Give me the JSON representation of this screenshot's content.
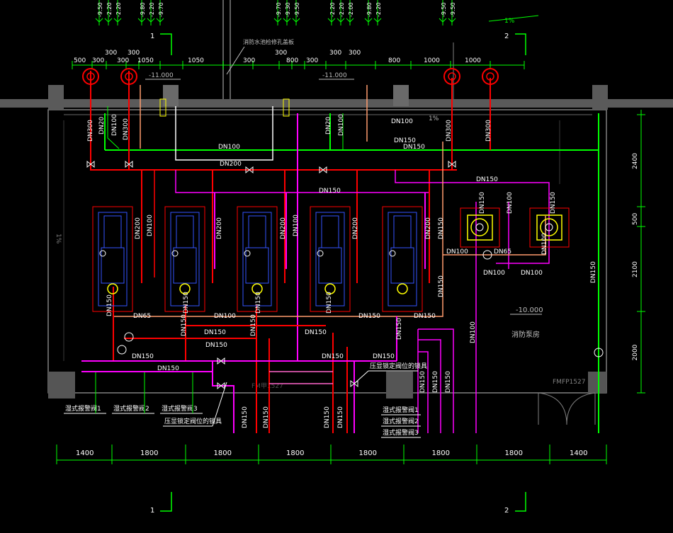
{
  "colors": {
    "background": "#000000",
    "wall": "#7f7f7f",
    "dimension": "#00ff00",
    "supply_pipe": "#ff0000",
    "discharge_pipe": "#ff00ff",
    "drain_pipe": "#ff9c6e",
    "low_pipe": "#ff66cc",
    "pump_blue": "#3355ff",
    "white": "#ffffff",
    "yellow": "#ffff00"
  },
  "top_elevations": [
    [
      "-9.50",
      "-2.20",
      "-2.20"
    ],
    [
      "-9.80",
      "-2.20",
      "-9.70"
    ],
    [
      "-9.70",
      "-9.30",
      "-9.50"
    ],
    [
      "-2.20",
      "-2.20",
      "-2.00"
    ],
    [
      "-9.80",
      "-2.20"
    ],
    [
      "-9.50",
      "-9.50"
    ]
  ],
  "top_slope": "1%",
  "top_dims": [
    "500",
    "300",
    "300",
    "300",
    "300",
    "1050",
    "1050",
    "300",
    "300",
    "800",
    "300",
    "300",
    "300",
    "800",
    "1000",
    "1000"
  ],
  "axis_labels": {
    "left": "1",
    "right": "2"
  },
  "level_labels": {
    "top_a": "-11.000",
    "top_b": "-11.000",
    "room": "-10.000"
  },
  "note_top": "消防水池检修孔盖板",
  "pipe_labels": {
    "dn300_a": "DN300",
    "dn20_a": "DN20",
    "dn100_a": "DN100",
    "dn300_b": "DN300",
    "dn100_white": "DN100",
    "dn200_main": "DN200",
    "dn20_b": "DN20",
    "dn100_b": "DN100",
    "dn100_c": "DN100",
    "slope_mid": "1%",
    "dn150_a": "DN150",
    "dn150_b": "DN150",
    "dn300_c": "DN300",
    "dn300_d": "DN300",
    "dn150_c": "DN150",
    "dn150_d": "DN150",
    "dn200_p1": "DN200",
    "dn100_p1": "DN100",
    "dn200_p2": "DN200",
    "dn200_p3": "DN200",
    "dn100_p3": "DN100",
    "dn200_p4": "DN200",
    "dn200_p5": "DN200",
    "dn150_r1": "DN150",
    "dn150_r2": "DN150",
    "dn150_j1": "DN150",
    "dn100_j2": "DN100",
    "dn150_j3": "DN150",
    "dn100_j4": "DN100",
    "dn65_j5": "DN65",
    "dn100_j6": "DN100",
    "dn100_j7": "DN100",
    "dn150_n1": "DN150",
    "dn65_n1": "DN65",
    "dn100_n2": "DN100",
    "dn100_n3": "DN100",
    "dn150_n4": "DN150",
    "dn150_n5": "DN150",
    "dn150_n6": "DN150",
    "dn100_n7": "DN100",
    "dn150_n8": "DN150",
    "dn150_n9": "DN150",
    "dn150_n10": "DN150",
    "dn150_n11": "DN150",
    "dn150_n12": "DN150",
    "dn150_n13": "DN150",
    "dn150_n14": "DN150",
    "dn150_n15": "DN150",
    "dn150_n16": "DN150",
    "dn150_n17": "DN150",
    "dn150_d1": "DN150",
    "dn150_d2": "DN150",
    "dn150_d3": "DN150",
    "dn150_d4": "DN150",
    "dn150_d5": "DN150",
    "dn150_d6": "DN150",
    "dn150_d7": "DN150",
    "dn150_v1": "DN150",
    "dn150_v2": "DN150",
    "dn150_v3": "DN150"
  },
  "side_dims": [
    "2400",
    "500",
    "2100",
    "2000"
  ],
  "room_name": "消防泵房",
  "left_slope": "1%",
  "door_a": "FMFP1527",
  "door_b": "FM甲1527",
  "valve_labels": [
    "湿式报警阀1",
    "湿式报警阀2",
    "湿式报警阀3"
  ],
  "gauge_notes": [
    "压显锁定阀位的锁具",
    "压显锁定阀位的锁具"
  ],
  "alarm_labels": [
    "湿式报警阀1",
    "湿式报警阀2",
    "湿式报警阀3"
  ],
  "bottom_dims": [
    "1400",
    "1800",
    "1800",
    "1800",
    "1800",
    "1800",
    "1800",
    "1400"
  ]
}
